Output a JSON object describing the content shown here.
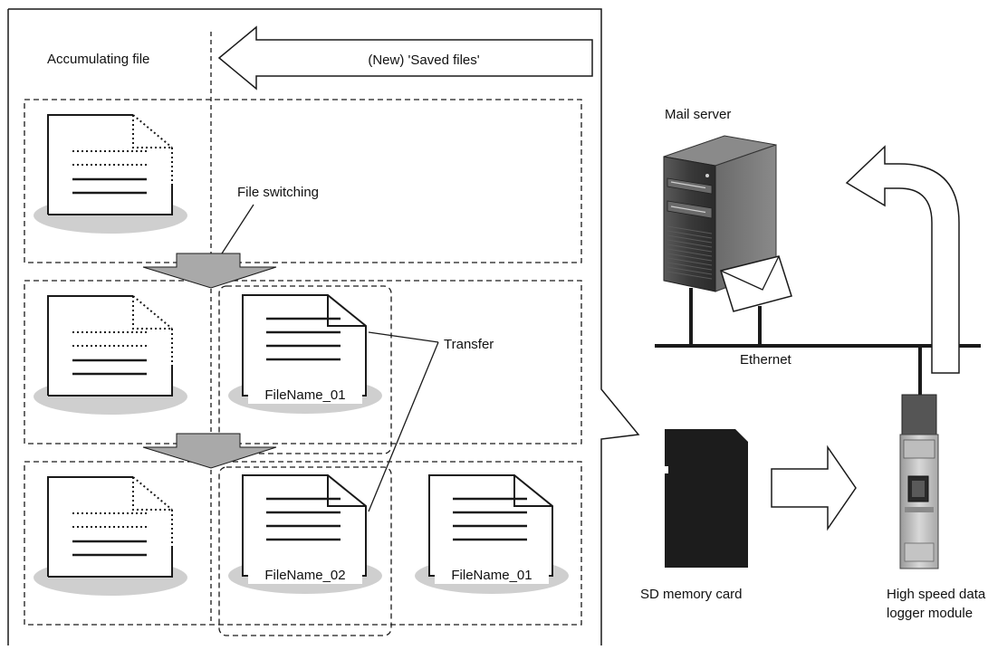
{
  "labels": {
    "accumulating_file": "Accumulating file",
    "new_saved_files": "(New) 'Saved files'",
    "file_switching": "File switching",
    "transfer": "Transfer",
    "mail_server": "Mail server",
    "ethernet": "Ethernet",
    "sd_memory_card": "SD memory card",
    "logger_line1": "High speed data",
    "logger_line2": "logger module"
  },
  "files": {
    "row2_saved": "FileName_01",
    "row3_saved_new": "FileName_02",
    "row3_saved_old": "FileName_01"
  },
  "colors": {
    "line": "#1a1a1a",
    "shadow": "#cfcfcf",
    "arrow_fill": "#a9a9a9",
    "server_dark": "#3c3c3c",
    "sd_card": "#1c1c1c"
  }
}
